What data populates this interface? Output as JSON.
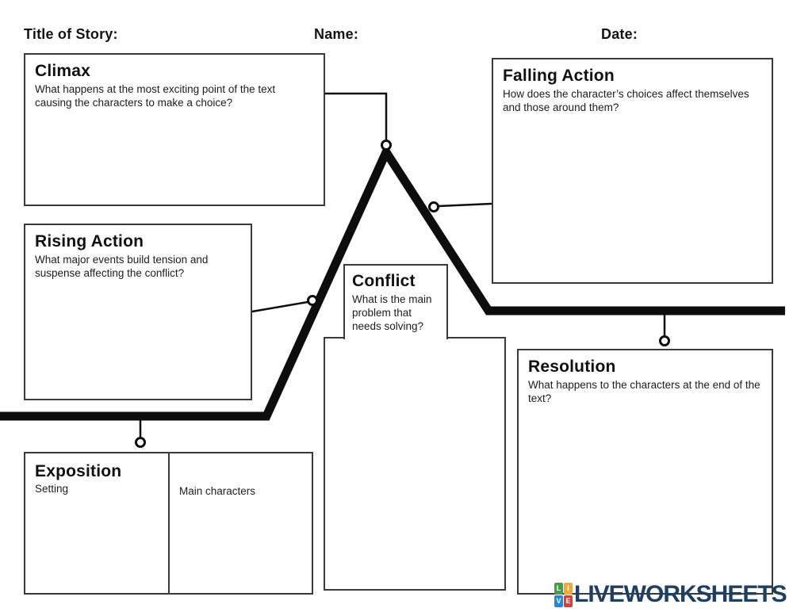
{
  "header": {
    "title_label": "Title of Story:",
    "name_label": "Name:",
    "date_label": "Date:"
  },
  "boxes": {
    "climax": {
      "title": "Climax",
      "description": "What happens at the most exciting point of the text causing the characters to make a choice?"
    },
    "rising_action": {
      "title": "Rising Action",
      "description": "What major events build tension and suspense affecting the conflict?"
    },
    "falling_action": {
      "title": "Falling Action",
      "description": "How does the character’s choices affect themselves and those around them?"
    },
    "conflict": {
      "title": "Conflict",
      "description": "What is the main problem that needs solving?"
    },
    "resolution": {
      "title": "Resolution",
      "description": "What happens to the characters at the end of the text?"
    },
    "exposition": {
      "title": "Exposition",
      "setting_label": "Setting",
      "main_characters_label": "Main characters"
    }
  },
  "diagram": {
    "line_color": "#0d0d0d"
  },
  "branding": {
    "logo_text": "LIVEWORKSHEETS",
    "logo_text_color": "#1d3f63",
    "logo_grid": [
      {
        "letter": "L",
        "color": "#43a047"
      },
      {
        "letter": "I",
        "color": "#f9a825"
      },
      {
        "letter": "V",
        "color": "#1e88e5"
      },
      {
        "letter": "E",
        "color": "#e53935"
      }
    ]
  }
}
